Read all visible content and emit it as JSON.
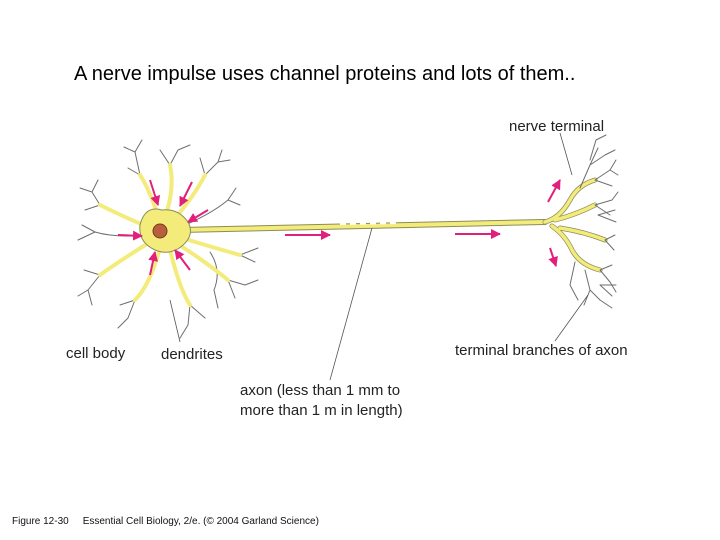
{
  "slide": {
    "title": "A nerve impulse uses channel proteins and lots of them.."
  },
  "figure": {
    "labels": {
      "nerve_terminal": "nerve terminal",
      "cell_body": "cell body",
      "dendrites": "dendrites",
      "terminal_branches": "terminal branches of axon",
      "axon_line1": "axon (less than 1 mm to",
      "axon_line2": "more than 1 m in length)"
    },
    "caption": {
      "figure_number": "Figure 12-30",
      "source": "Essential Cell Biology, 2/e. (© 2004 Garland Science)"
    }
  },
  "colors": {
    "neuron_fill": "#f3ec7a",
    "neuron_outline": "#8c8c5a",
    "nucleus": "#b8603c",
    "arrow": "#e0207a",
    "leader_line": "#555555"
  }
}
